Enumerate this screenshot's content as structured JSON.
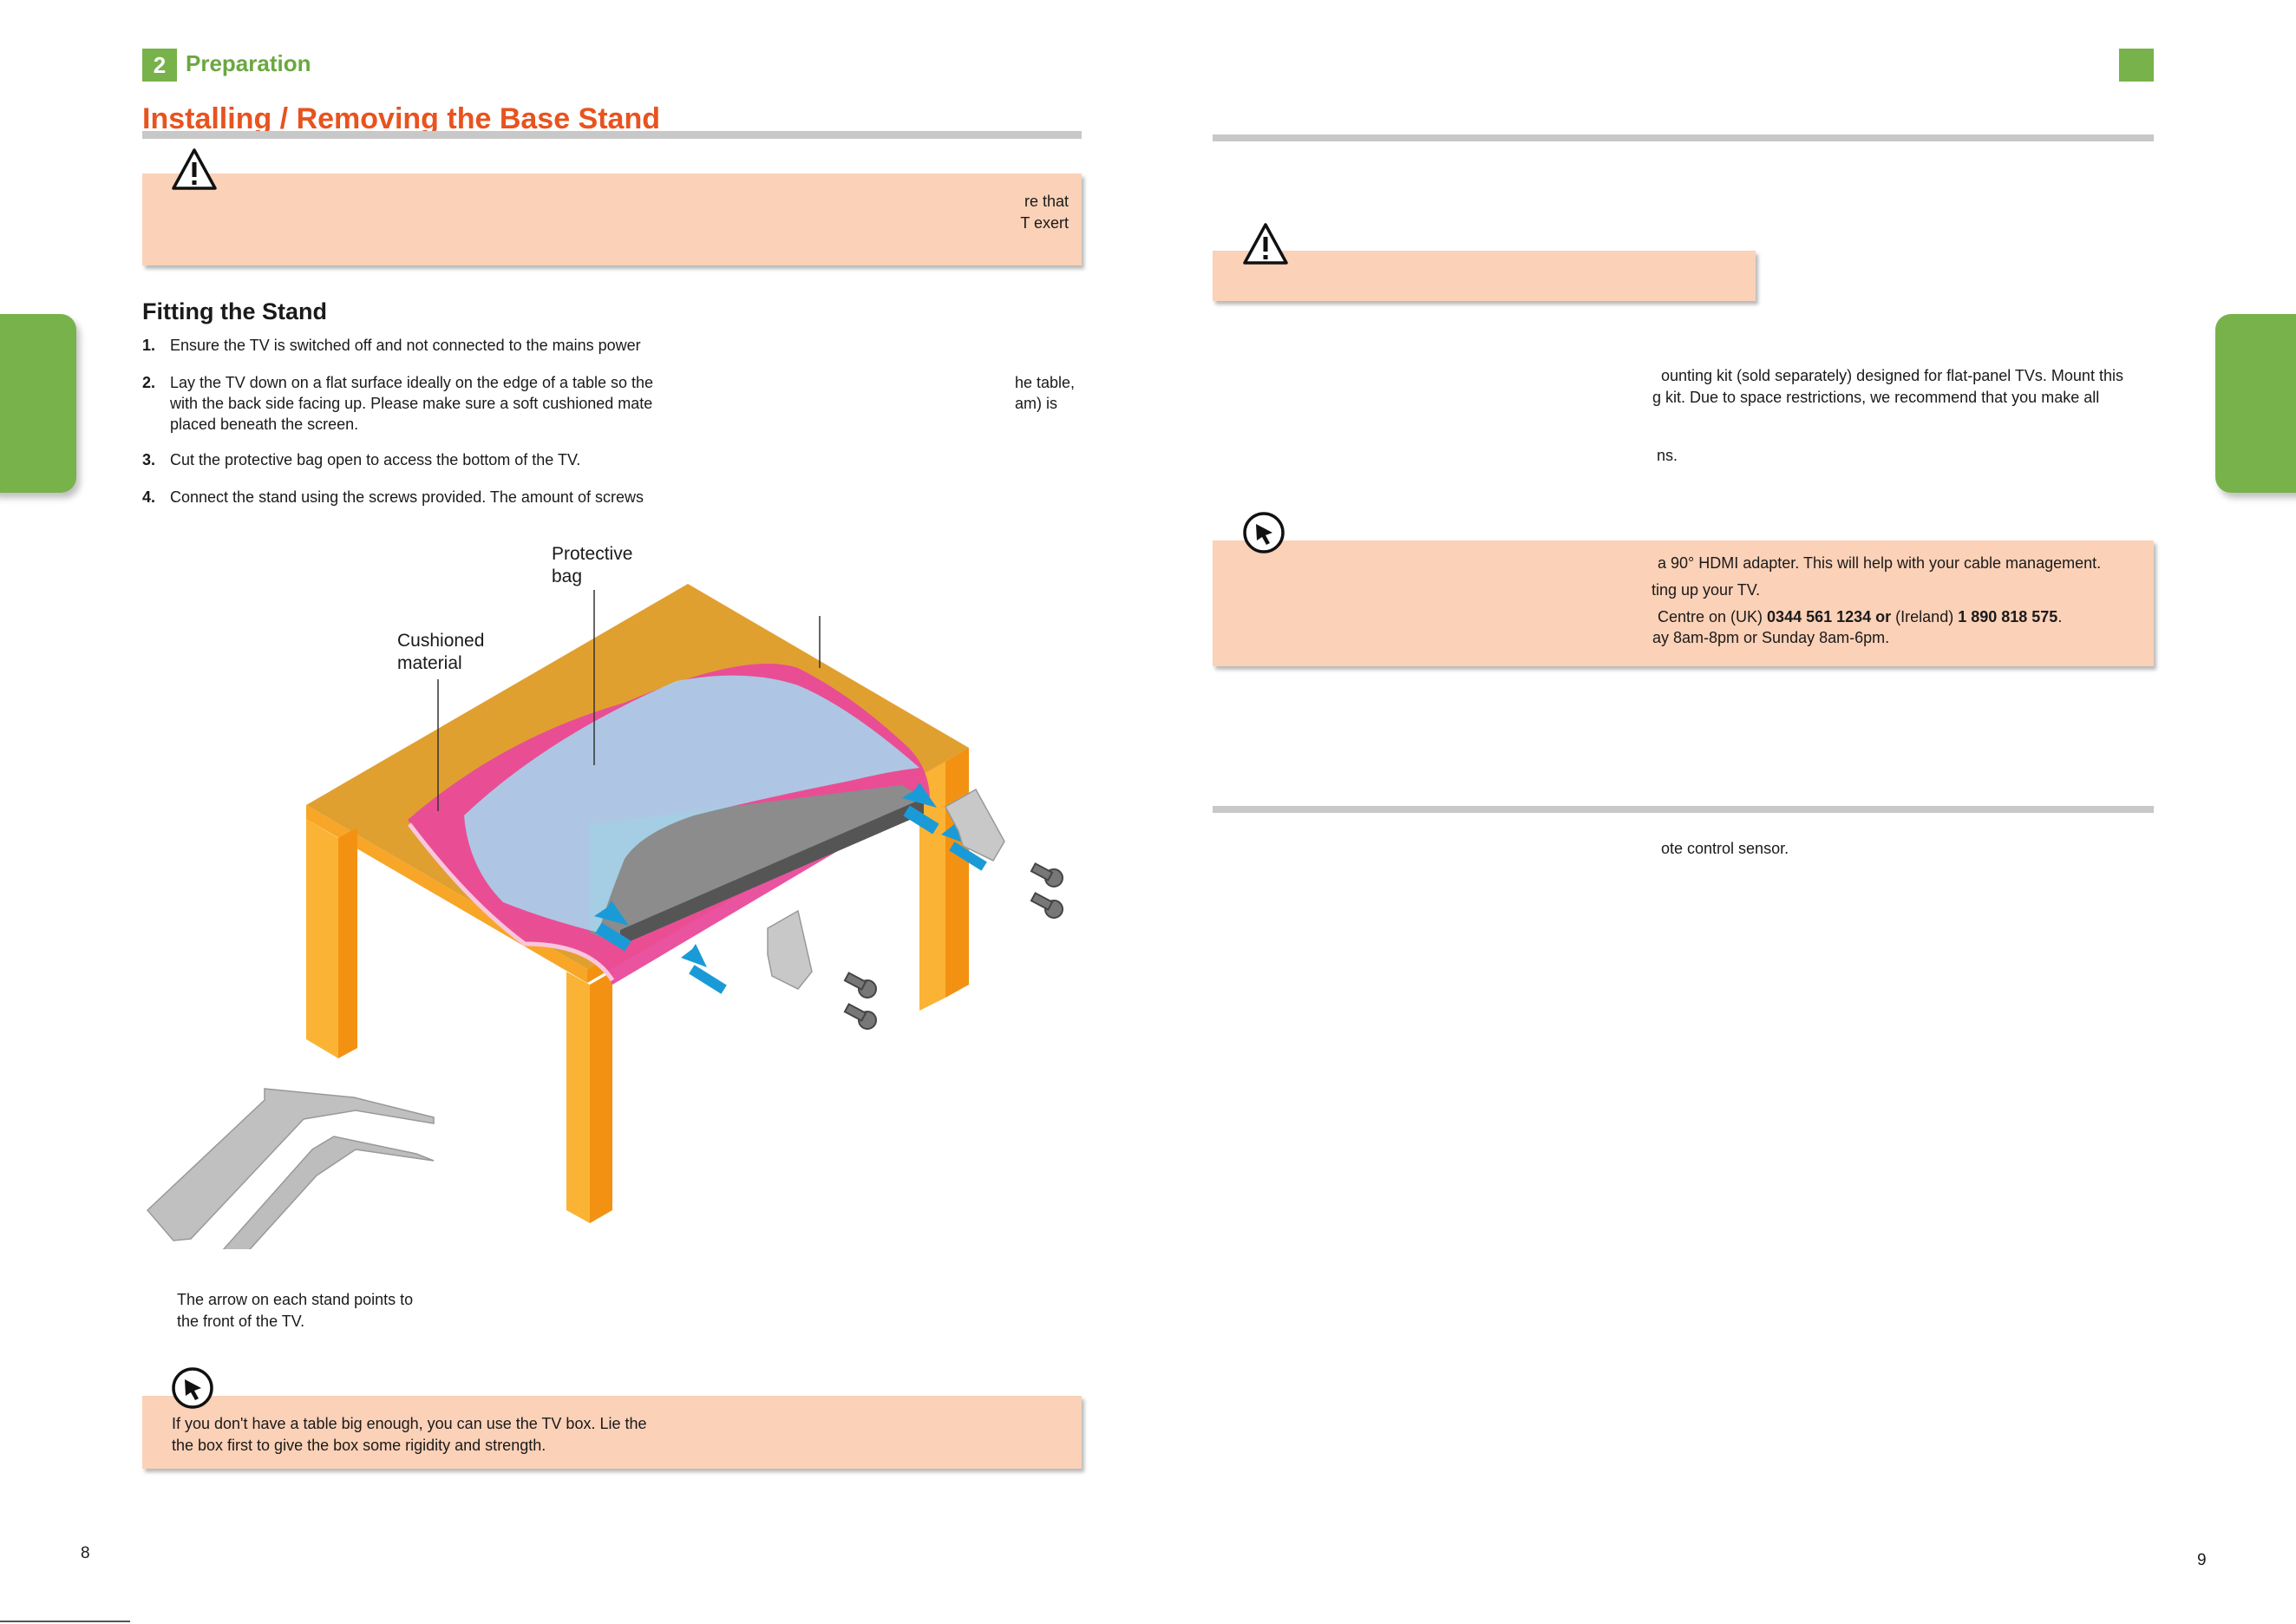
{
  "header": {
    "section_number": "2",
    "section_label": "Preparation"
  },
  "left_page": {
    "title": "Installing / Removing the Base Stand",
    "warning_text_line1": "re that",
    "warning_text_line2": "T exert",
    "fitting_heading": "Fitting the Stand",
    "steps": [
      {
        "num": "1.",
        "line1": "Ensure the TV is switched off and not connected to the mains power",
        "line2": "",
        "line3": ""
      },
      {
        "num": "2.",
        "line1": "Lay the TV down on a flat surface ideally on the edge of a table so the",
        "line1_right": "he table,",
        "line2": "with the back side facing up. Please make sure a soft cushioned mate",
        "line2_right": "am) is",
        "line3": "placed beneath the screen."
      },
      {
        "num": "3.",
        "line1": "Cut the protective bag open to access the bottom of the TV.",
        "line2": "",
        "line3": ""
      },
      {
        "num": "4.",
        "line1": "Connect the stand using the screws provided. The amount of screws",
        "line2": "",
        "line3": ""
      }
    ],
    "illustration_labels": {
      "protective_bag_1": "Protective",
      "protective_bag_2": "bag",
      "cushioned_1": "Cushioned",
      "cushioned_2": "material"
    },
    "stand_caption_line1": "The arrow on each stand points to",
    "stand_caption_line2": "the front of the TV.",
    "tip_line1": "If you don't have a table big enough, you can use the TV box. Lie the",
    "tip_line2": "the box first to give the box some rigidity and strength.",
    "page_number": "8"
  },
  "right_page": {
    "wall_text_line1": "ounting kit (sold separately) designed for flat-panel TVs. Mount this",
    "wall_text_line2": "g kit. Due to space restrictions, we recommend that you make all",
    "wall_text_line3": "ns.",
    "tip_line1": "a 90° HDMI adapter. This will help with your cable management.",
    "tip_line2": "ting up your TV.",
    "tip_line3_a": "Centre on (UK) ",
    "tip_line3_b": "0344 561 1234 or",
    "tip_line3_c": " (Ireland) ",
    "tip_line3_d": "1 890 818 575",
    "tip_line3_e": ".",
    "tip_line4": "ay 8am-8pm or Sunday 8am-6pm.",
    "sensor_text": "ote control sensor.",
    "page_number": "9"
  },
  "colors": {
    "accent_orange": "#e8531f",
    "brand_green": "#77b34a",
    "note_peach": "#fbd1b7",
    "rule_gray": "#c8c8c8"
  },
  "icons": [
    "warning-triangle-icon",
    "tip-pointer-icon"
  ]
}
